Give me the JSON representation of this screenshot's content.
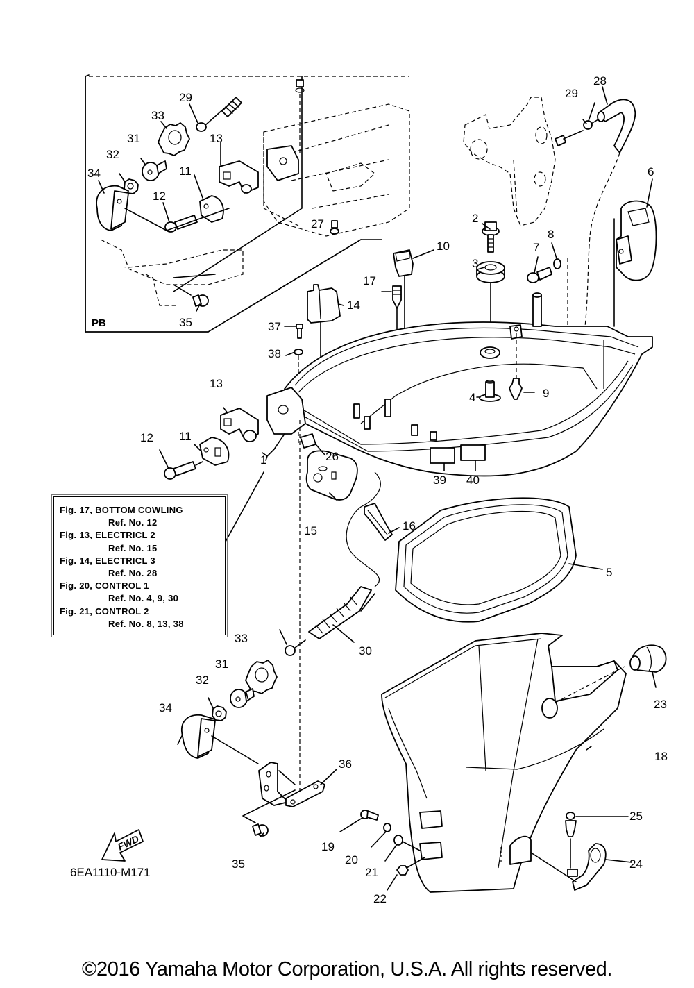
{
  "diagram": {
    "title": "Bottom Cowling",
    "inset_label": "PB",
    "fwd_label": "FWD",
    "drawing_code": "6EA1110-M171",
    "callouts": {
      "c1": "1",
      "c2": "2",
      "c3": "3",
      "c4": "4",
      "c5": "5",
      "c6": "6",
      "c7": "7",
      "c8": "8",
      "c9": "9",
      "c10": "10",
      "c11": "11",
      "c12": "12",
      "c13": "13",
      "c14": "14",
      "c15": "15",
      "c16": "16",
      "c17": "17",
      "c18": "18",
      "c19": "19",
      "c20": "20",
      "c21": "21",
      "c22": "22",
      "c23": "23",
      "c24": "24",
      "c25": "25",
      "c26": "26",
      "c27": "27",
      "c28": "28",
      "c29": "29",
      "c30": "30",
      "c31": "31",
      "c32": "32",
      "c33": "33",
      "c34": "34",
      "c35": "35",
      "c36": "36",
      "c37": "37",
      "c38": "38",
      "c39": "39",
      "c40": "40"
    },
    "inset_callouts": {
      "i29": "29",
      "i33": "33",
      "i31": "31",
      "i32": "32",
      "i34": "34",
      "i13": "13",
      "i11": "11",
      "i12": "12",
      "i35": "35"
    },
    "reference_box": [
      {
        "fig": "Fig. 17, BOTTOM COWLING",
        "ref": "Ref. No. 12"
      },
      {
        "fig": "Fig. 13, ELECTRICL 2",
        "ref": "Ref. No. 15"
      },
      {
        "fig": "Fig. 14, ELECTRICL 3",
        "ref": "Ref. No. 28"
      },
      {
        "fig": "Fig. 20, CONTROL 1",
        "ref": "Ref. No. 4, 9, 30"
      },
      {
        "fig": "Fig. 21, CONTROL 2",
        "ref": "Ref. No. 8, 13, 38"
      }
    ]
  },
  "footer": {
    "copyright": "©2016 Yamaha Motor Corporation, U.S.A. All rights reserved."
  }
}
